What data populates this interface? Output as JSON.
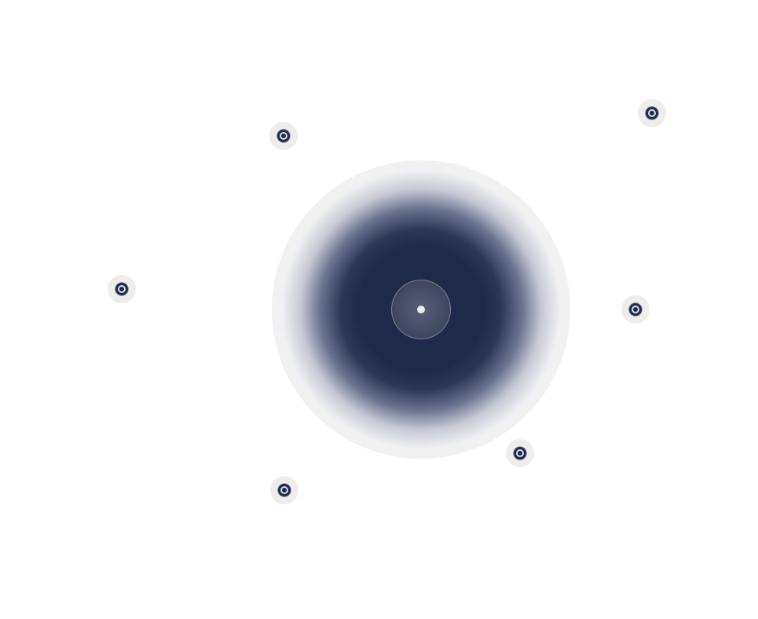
{
  "canvas": {
    "background": "#ffffff"
  },
  "central_orb": {
    "icon": "radial-orb-icon",
    "colors": {
      "core": "#1f2a4a",
      "halo": "#f1f1f3",
      "rim": "#f8eee2",
      "center_dot": "#e9e9ee"
    }
  },
  "nodes": [
    {
      "id": "node-1",
      "icon": "ring-node-icon"
    },
    {
      "id": "node-2",
      "icon": "ring-node-icon"
    },
    {
      "id": "node-3",
      "icon": "ring-node-icon"
    },
    {
      "id": "node-4",
      "icon": "ring-node-icon"
    },
    {
      "id": "node-5",
      "icon": "ring-node-icon"
    },
    {
      "id": "node-6",
      "icon": "ring-node-icon"
    }
  ]
}
